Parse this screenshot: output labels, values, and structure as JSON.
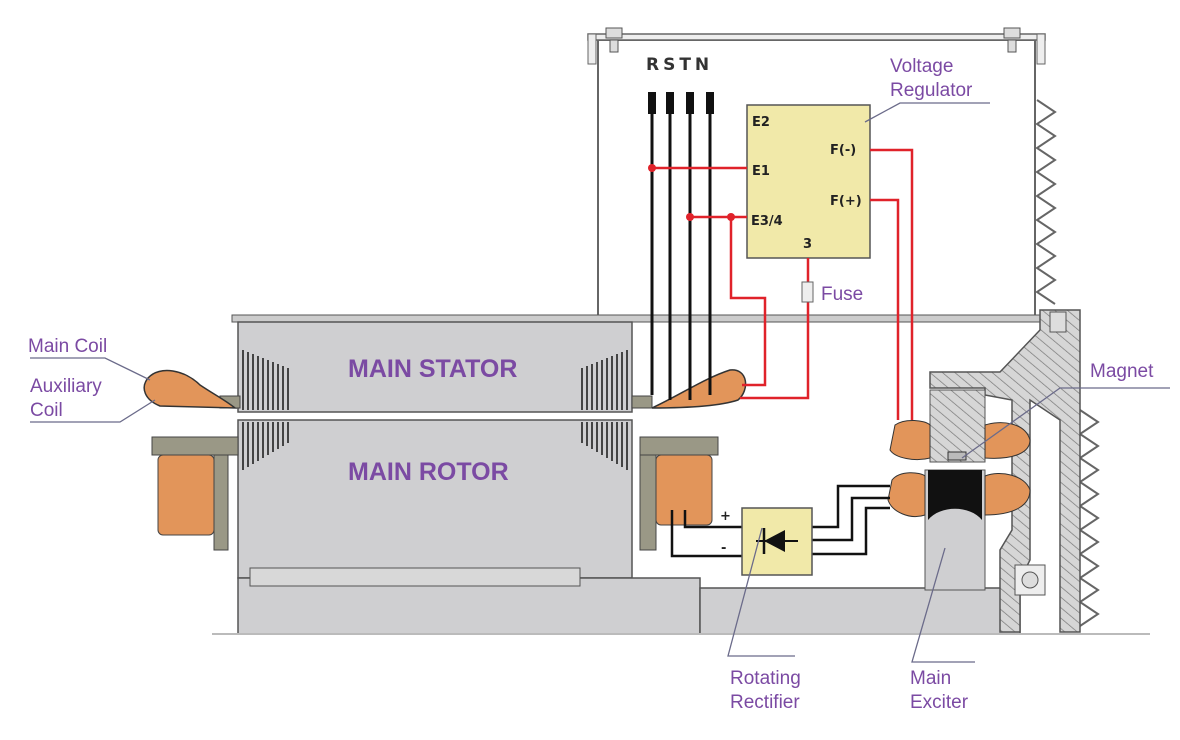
{
  "labels": {
    "rstn": "RSTN",
    "voltage_regulator": [
      "Voltage",
      "Regulator"
    ],
    "fuse": "Fuse",
    "main_coil": "Main Coil",
    "auxiliary_coil": [
      "Auxiliary",
      "Coil"
    ],
    "main_stator": "MAIN STATOR",
    "main_rotor": "MAIN ROTOR",
    "magnet": "Magnet",
    "rotating_rectifier": [
      "Rotating",
      "Rectifier"
    ],
    "main_exciter": [
      "Main",
      "Exciter"
    ]
  },
  "regulator_terminals": {
    "e2": "E2",
    "e1": "E1",
    "e34": "E3/4",
    "fminus": "F(-)",
    "fplus": "F(+)",
    "t3": "3"
  },
  "rectifier_terminals": {
    "plus": "+",
    "minus": "-"
  },
  "colors": {
    "label": "#7b4aa3",
    "wire_red": "#e0222a",
    "coil": "#e2955a",
    "body_gray": "#cfcfd1",
    "regulator_fill": "#f1e9a9"
  }
}
